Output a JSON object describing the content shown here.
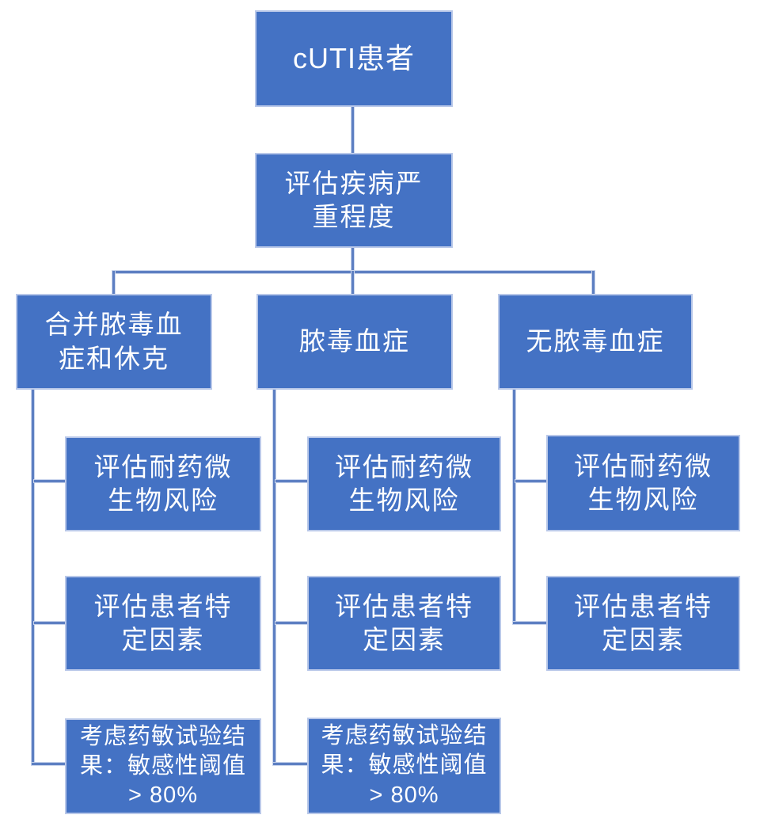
{
  "colors": {
    "box_fill": "#4472C4",
    "box_border": "#B9C8E9",
    "connector": "#5D7FC2",
    "connector_halo": "#C8D4EC",
    "text": "#FFFFFF",
    "background": "#FFFFFF"
  },
  "chart": {
    "type": "flowchart",
    "root": {
      "label": "cUTI患者"
    },
    "severity": {
      "label": "评估疾病严\n重程度"
    },
    "branches": [
      {
        "label": "合并脓毒血\n症和休克",
        "children": [
          "评估耐药微\n生物风险",
          "评估患者特\n定因素",
          "考虑药敏试验结\n果：敏感性阈值\n> 80%"
        ]
      },
      {
        "label": "脓毒血症",
        "children": [
          "评估耐药微\n生物风险",
          "评估患者特\n定因素",
          "考虑药敏试验结\n果：敏感性阈值\n> 80%"
        ]
      },
      {
        "label": "无脓毒血症",
        "children": [
          "评估耐药微\n生物风险",
          "评估患者特\n定因素"
        ]
      }
    ]
  }
}
